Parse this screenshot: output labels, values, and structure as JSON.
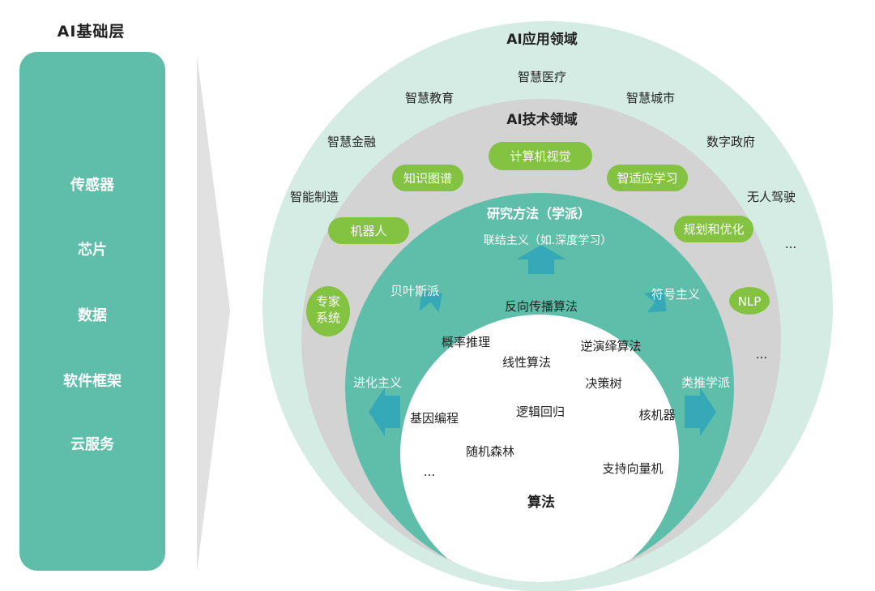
{
  "foundation": {
    "title": "AI基础层",
    "items": [
      "传感器",
      "芯片",
      "数据",
      "软件框架",
      "云服务"
    ]
  },
  "application": {
    "title": "AI应用领域",
    "items": [
      "智慧医疗",
      "智慧教育",
      "智慧城市",
      "智慧金融",
      "数字政府",
      "智能制造",
      "无人驾驶",
      "..."
    ]
  },
  "technology": {
    "title": "AI技术领域",
    "items": [
      "计算机视觉",
      "知识图谱",
      "智适应学习",
      "机器人",
      "规划和优化",
      "专家系统",
      "NLP",
      "..."
    ]
  },
  "methods": {
    "title": "研究方法（学派）",
    "items": [
      "联结主义（如.深度学习）",
      "贝叶斯派",
      "符号主义",
      "进化主义",
      "类推学派"
    ]
  },
  "algorithms": {
    "title": "算法",
    "items": [
      "反向传播算法",
      "概率推理",
      "逆演绎算法",
      "线性算法",
      "决策树",
      "基因编程",
      "逻辑回归",
      "核机器",
      "随机森林",
      "支持向量机",
      "..."
    ]
  },
  "colors": {
    "outer_ring": "#d4ece3",
    "tech_ring": "#d3d3d3",
    "method_ring": "#5fbea9",
    "pill": "#83c341",
    "arrow": "#36a9b8",
    "foundation_bar": "#5fbea9",
    "wedge": "#e1e1e1"
  }
}
